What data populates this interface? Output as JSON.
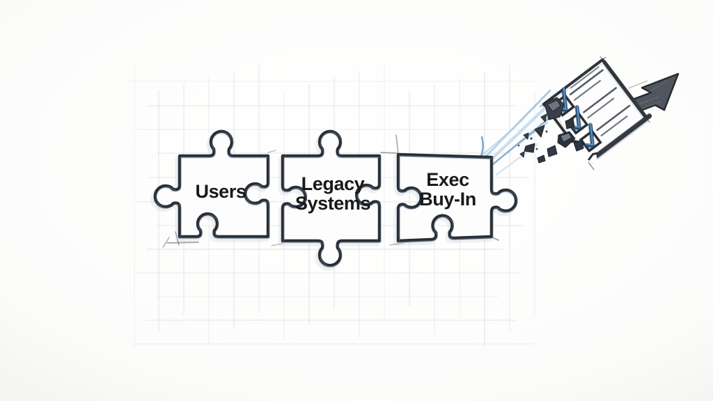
{
  "diagram": {
    "pieces": [
      {
        "id": "users",
        "label": "Users",
        "lines": [
          "Users"
        ]
      },
      {
        "id": "legacy-systems",
        "label": "Legacy Systems",
        "lines": [
          "Legacy",
          "Systems"
        ]
      },
      {
        "id": "exec-buy-in",
        "label": "Exec Buy-In",
        "lines": [
          "Exec",
          "Buy-In"
        ]
      }
    ],
    "checklist": {
      "icon": "checklist-document-icon",
      "checkbox_count": 3
    },
    "arrow_icon": "growth-arrow-icon",
    "colors": {
      "ink": "#2a2f36",
      "check_blue": "#4f85b8",
      "streak_blue": "#8fb8dc",
      "debris": "#31373f",
      "paper": "#ffffff",
      "grid": "#b9bec9",
      "label_text": "#191919"
    }
  }
}
